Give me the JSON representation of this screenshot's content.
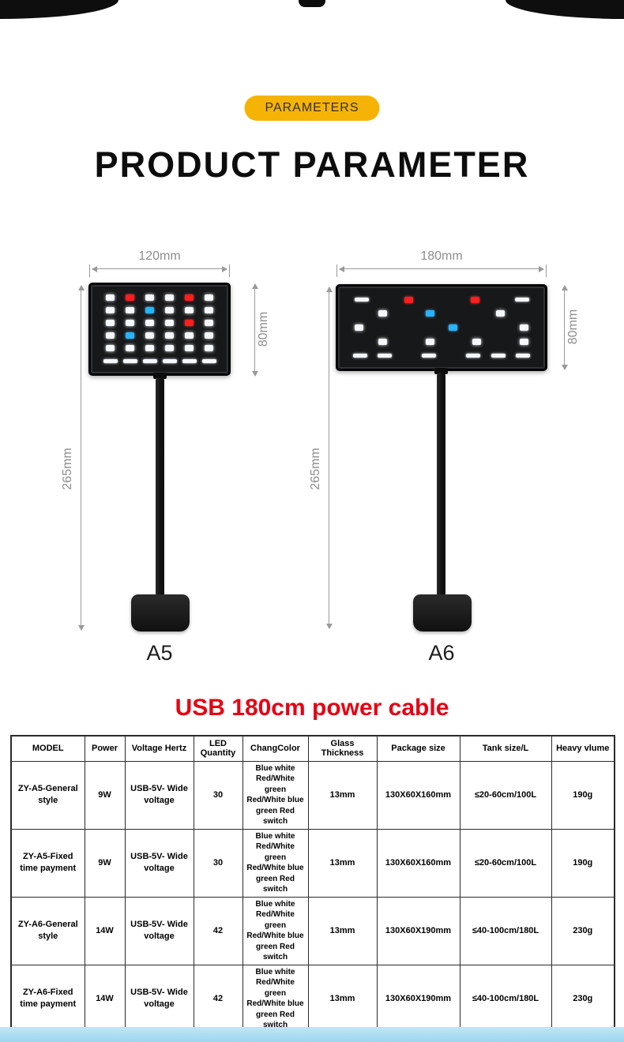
{
  "page": {
    "badge": "PARAMETERS",
    "title": "PRODUCT PARAMETER",
    "subtitle": "USB 180cm power cable"
  },
  "products": [
    {
      "name": "A5",
      "width_label": "120mm",
      "height_label": "80mm",
      "length_label": "265mm",
      "led_rows": [
        [
          "w",
          "r",
          "w",
          "w",
          "r",
          "w"
        ],
        [
          "w",
          "w",
          "b",
          "w",
          "w",
          "w"
        ],
        [
          "w",
          "w",
          "w",
          "w",
          "r",
          "w"
        ],
        [
          "w",
          "b",
          "w",
          "w",
          "w",
          "w"
        ],
        [
          "w",
          "w",
          "w",
          "w",
          "w",
          "w"
        ],
        [
          "W",
          "W",
          "W",
          "W",
          "W",
          "W"
        ]
      ]
    },
    {
      "name": "A6",
      "width_label": "180mm",
      "height_label": "80mm",
      "length_label": "265mm",
      "led_rows": [
        [
          "W",
          "-",
          "r",
          "-",
          "-",
          "r",
          "-",
          "W"
        ],
        [
          "-",
          "w",
          "-",
          "b",
          "-",
          "-",
          "w",
          "-"
        ],
        [
          "w",
          "-",
          "-",
          "-",
          "b",
          "-",
          "-",
          "w"
        ],
        [
          "-",
          "w",
          "-",
          "w",
          "-",
          "w",
          "-",
          "w"
        ],
        [
          "W",
          "W",
          "-",
          "W",
          "-",
          "W",
          "W",
          "W"
        ]
      ]
    }
  ],
  "colors": {
    "accent_yellow": "#f5b405",
    "accent_red": "#e60113",
    "led_white": "#f4f7ff",
    "led_red": "#ff1d1d",
    "led_blue": "#27b3ff",
    "bottom_bar_blue": "#9ed6ee"
  },
  "table": {
    "headers": [
      "MODEL",
      "Power",
      "Voltage Hertz",
      "LED Quantity",
      "ChangColor",
      "Glass Thickness",
      "Package size",
      "Tank size/L",
      "Heavy vlume"
    ],
    "rows": [
      {
        "model": "ZY-A5-General style",
        "power": "9W",
        "voltage": "USB-5V- Wide voltage",
        "led_quantity": "30",
        "change_color_lines": [
          "Blue white",
          "Red/White green",
          "Red/White blue",
          "green Red switch"
        ],
        "glass_thickness": "13mm",
        "package_size": "130X60X160mm",
        "tank_size": "≤20-60cm/100L",
        "weight": "190g"
      },
      {
        "model": "ZY-A5-Fixed time payment",
        "power": "9W",
        "voltage": "USB-5V- Wide voltage",
        "led_quantity": "30",
        "change_color_lines": [
          "Blue white",
          "Red/White green",
          "Red/White blue",
          "green Red switch"
        ],
        "glass_thickness": "13mm",
        "package_size": "130X60X160mm",
        "tank_size": "≤20-60cm/100L",
        "weight": "190g"
      },
      {
        "model": "ZY-A6-General style",
        "power": "14W",
        "voltage": "USB-5V- Wide voltage",
        "led_quantity": "42",
        "change_color_lines": [
          "Blue white",
          "Red/White green",
          "Red/White blue",
          "green Red switch"
        ],
        "glass_thickness": "13mm",
        "package_size": "130X60X190mm",
        "tank_size": "≤40-100cm/180L",
        "weight": "230g"
      },
      {
        "model": "ZY-A6-Fixed time payment",
        "power": "14W",
        "voltage": "USB-5V- Wide voltage",
        "led_quantity": "42",
        "change_color_lines": [
          "Blue white",
          "Red/White green",
          "Red/White blue",
          "green Red switch"
        ],
        "glass_thickness": "13mm",
        "package_size": "130X60X190mm",
        "tank_size": "≤40-100cm/180L",
        "weight": "230g"
      }
    ]
  }
}
